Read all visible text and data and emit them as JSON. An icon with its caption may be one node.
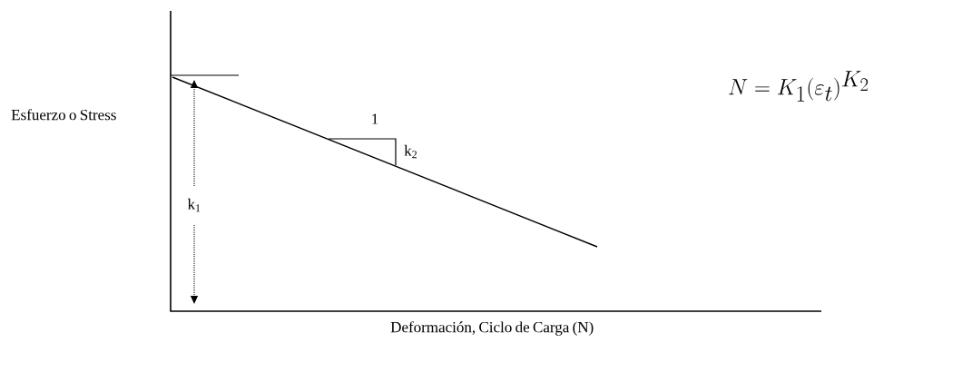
{
  "diagram": {
    "labels": [
      "N = K_1(\\varepsilon_t)^{K_2}",
      "Esfuerzo o Stress",
      "1",
      "k$_{2}$",
      "k$_{1}$",
      "Deformación, Ciclo de Carga (N)"
    ]
  }
}
